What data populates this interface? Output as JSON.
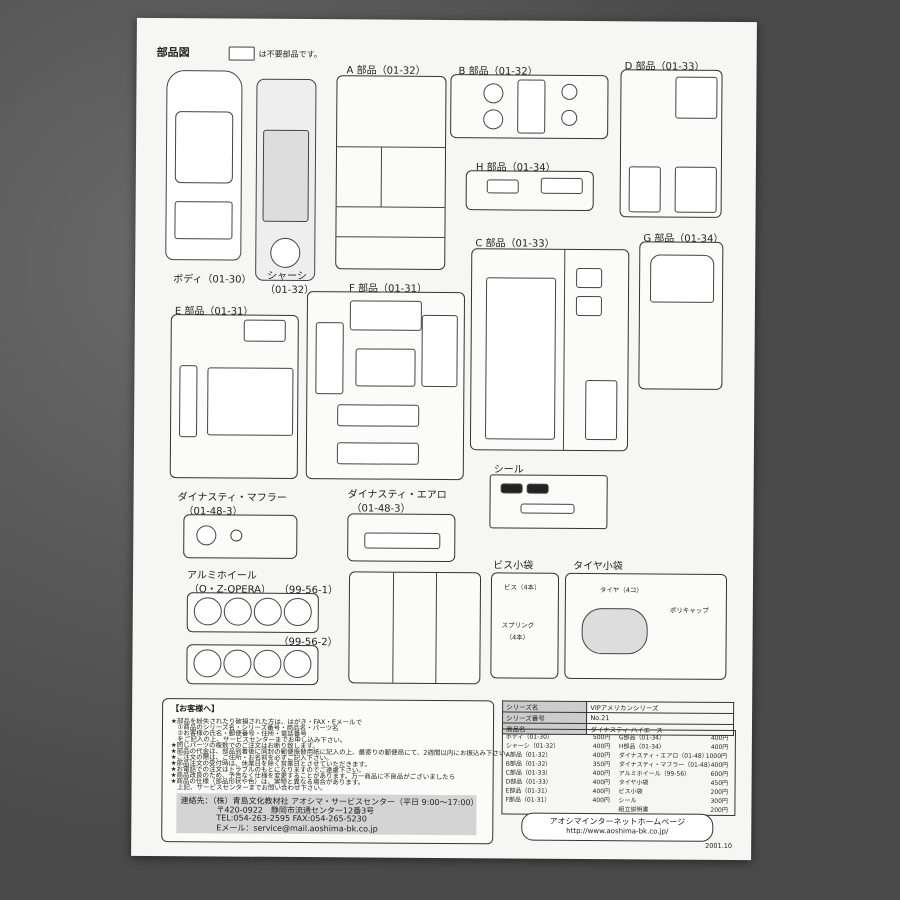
{
  "parts_map": {
    "title": "部品図",
    "legend": "は不要部品です。"
  },
  "groups": {
    "body": "ボディ（01-30）",
    "chassis_a": "シャーシ",
    "chassis_b": "（01-32）",
    "a": "A 部品（01-32）",
    "b": "B 部品（01-32）",
    "d": "D 部品（01-33）",
    "h": "H 部品（01-34）",
    "c": "C 部品（01-33）",
    "g": "G 部品（01-34）",
    "e": "E 部品（01-31）",
    "f": "F 部品（01-31）",
    "seal": "シール",
    "muffler": "ダイナスティ・マフラー",
    "muffler_code": "（01-48-3）",
    "aero": "ダイナスティ・エアロ",
    "aero_code": "（01-48-3）",
    "wheel": "アルミホイール",
    "wheel_name": "（O・Z-OPERA）",
    "wheel_code1": "（99-56-1）",
    "wheel_code2": "（99-56-2）",
    "screw_bag": "ビス小袋",
    "tire_bag": "タイヤ小袋",
    "screw": "ビス（4本）",
    "spring": "スプリング",
    "spring_qty": "（4本）",
    "tire": "タイヤ（4コ）",
    "polycap": "ポリキャップ"
  },
  "customer": {
    "heading": "【お客様へ】",
    "lines": [
      "★部品を紛失されたり破損された方は、はがき・FAX・Eメールで",
      "　①商品のシリーズ名・シリーズ番号・商品名・パーツ名",
      "　②お客様の氏名・郵便番号・住所・電話番号",
      "　をご記入の上、サービスセンターまでお申し込み下さい。",
      "★同じパーツの複数でのご注文はお断り致します。",
      "★部品の代金は、部品到着後に同封の郵便振替用紙に記入の上、最寄りの郵便局にて、2週間以内にお振込み下さい。",
      "★ご注文の際は、ご住所・お名前を必ずご記入下さい。",
      "★部品注文の受付時は、休業日を除く営業日とさせていただきます。",
      "★お電話での注文はトラブルのもとになりますのでご遠慮下さい。",
      "★商品改良のため、予告なく仕様を変更することがあります。万一商品に不良品がございましたら",
      "★商品の仕様（部品形状や色）は、実物と異なる場合があります。",
      "　上記、サービスセンターまでお問い合わせ下さい。"
    ],
    "contact_1": "連絡先：（株）青島文化教材社 アオシマ・サービスセンター（平日 9:00～17:00）",
    "contact_2": "〒420-0922　静岡市流通センター12番3号",
    "contact_3": "TEL:054-263-2595 FAX:054-265-5230",
    "contact_4": "Eメール：service@mail.aoshima-bk.co.jp"
  },
  "price_table": {
    "series_label": "シリーズ名",
    "series": "VIPアメリカンシリーズ",
    "no_label": "シリーズ番号",
    "no": "No.21",
    "name_label": "商品名",
    "name": "ダイナスティ ハイエース",
    "left": [
      [
        "ボディ（01-30）",
        "500円"
      ],
      [
        "シャーシ（01-32）",
        "400円"
      ],
      [
        "A部品（01-32）",
        "400円"
      ],
      [
        "B部品（01-32）",
        "350円"
      ],
      [
        "C部品（01-33）",
        "400円"
      ],
      [
        "D部品（01-33）",
        "400円"
      ],
      [
        "E部品（01-31）",
        "400円"
      ],
      [
        "F部品（01-31）",
        "400円"
      ]
    ],
    "right": [
      [
        "G部品（01-34）",
        "400円"
      ],
      [
        "H部品（01-34）",
        "400円"
      ],
      [
        "ダイナスティ・エアロ（01-48）",
        "1000円"
      ],
      [
        "ダイナスティ・マフラー（01-48）",
        "400円"
      ],
      [
        "アルミホイール（99-56）",
        "600円"
      ],
      [
        "タイヤ小袋",
        "450円"
      ],
      [
        "ビス小袋",
        "200円"
      ],
      [
        "シール",
        "300円"
      ],
      [
        "組立説明書",
        "200円"
      ]
    ],
    "homepage": "アオシマインターネットホームページ",
    "url": "http://www.aoshima-bk.co.jp/",
    "date": "2001.10"
  }
}
